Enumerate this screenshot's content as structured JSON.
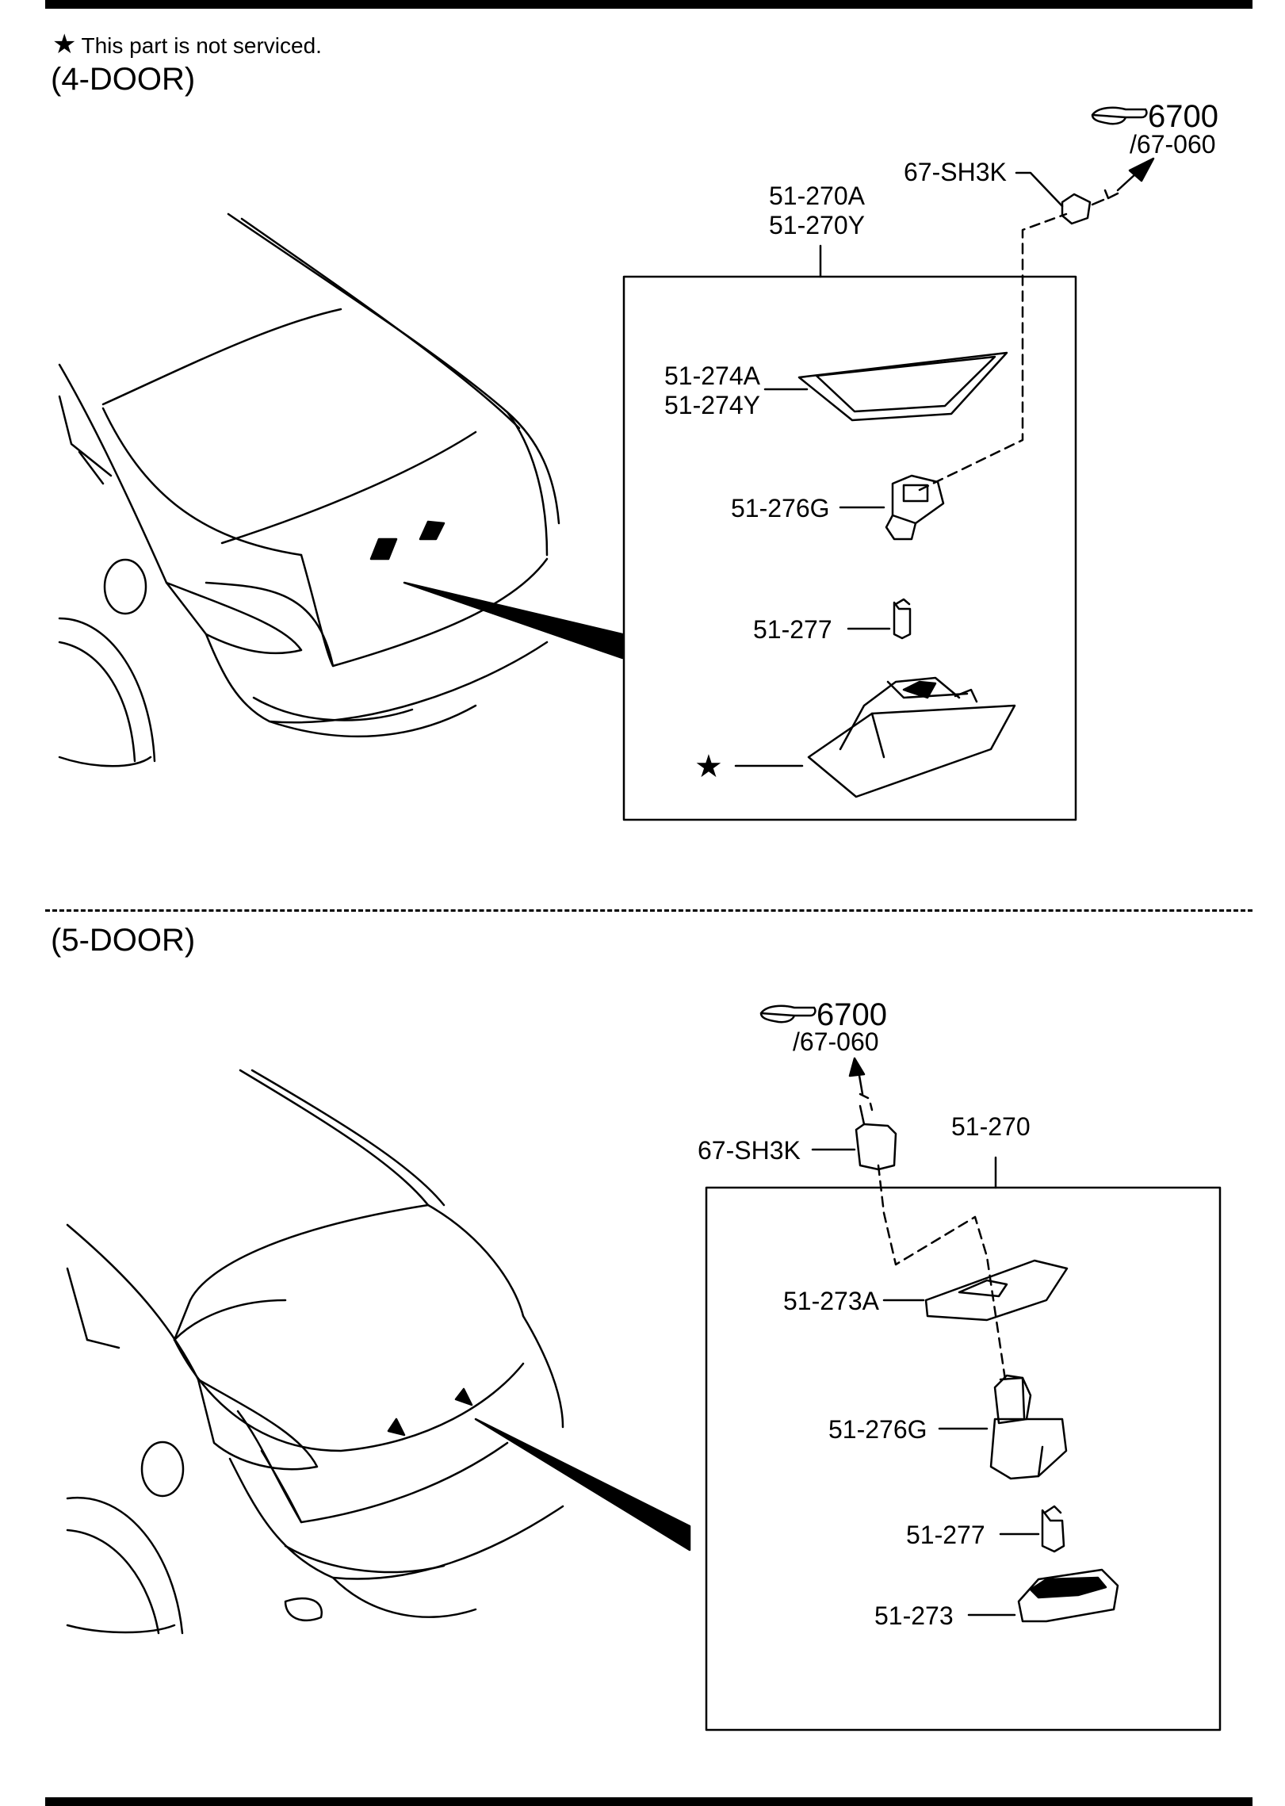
{
  "note": {
    "symbol": "★",
    "text": "This part is not serviced."
  },
  "sections": [
    {
      "title": "(4-DOOR)",
      "ref": {
        "main": "6700",
        "sub": "/67-060"
      },
      "labels": {
        "connector": "67-SH3K",
        "assembly_a": "51-270A",
        "assembly_y": "51-270Y",
        "gasket_a": "51-274A",
        "gasket_y": "51-274Y",
        "socket": "51-276G",
        "bulb": "51-277",
        "not_serviced": "★"
      }
    },
    {
      "title": "(5-DOOR)",
      "ref": {
        "main": "6700",
        "sub": "/67-060"
      },
      "labels": {
        "connector": "67-SH3K",
        "assembly": "51-270",
        "gasket": "51-273A",
        "socket": "51-276G",
        "bulb": "51-277",
        "lens": "51-273"
      }
    }
  ]
}
